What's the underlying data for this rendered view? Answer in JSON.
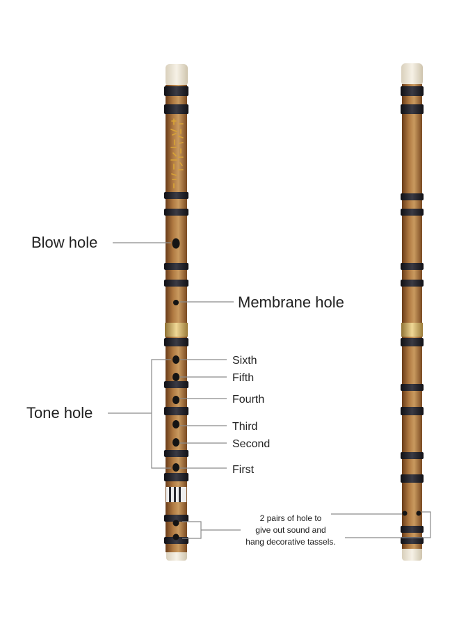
{
  "colors": {
    "bamboo_dark": "#7a4a22",
    "bamboo_mid": "#a8743e",
    "bamboo_light": "#c99a5f",
    "binding": "#1e1e24",
    "cap": "#ede6d6",
    "brass": "#c8a654",
    "leader_line": "#8a8a8a",
    "text": "#222222",
    "calligraphy": "#d9a436"
  },
  "labels": {
    "blow_hole": "Blow hole",
    "membrane_hole": "Membrane hole",
    "tone_hole": "Tone hole",
    "tone_holes": [
      "Sixth",
      "Fifth",
      "Fourth",
      "Third",
      "Second",
      "First"
    ],
    "tassel_note": [
      "2 pairs of hole to",
      "give out sound and",
      "hang decorative tassels."
    ]
  }
}
